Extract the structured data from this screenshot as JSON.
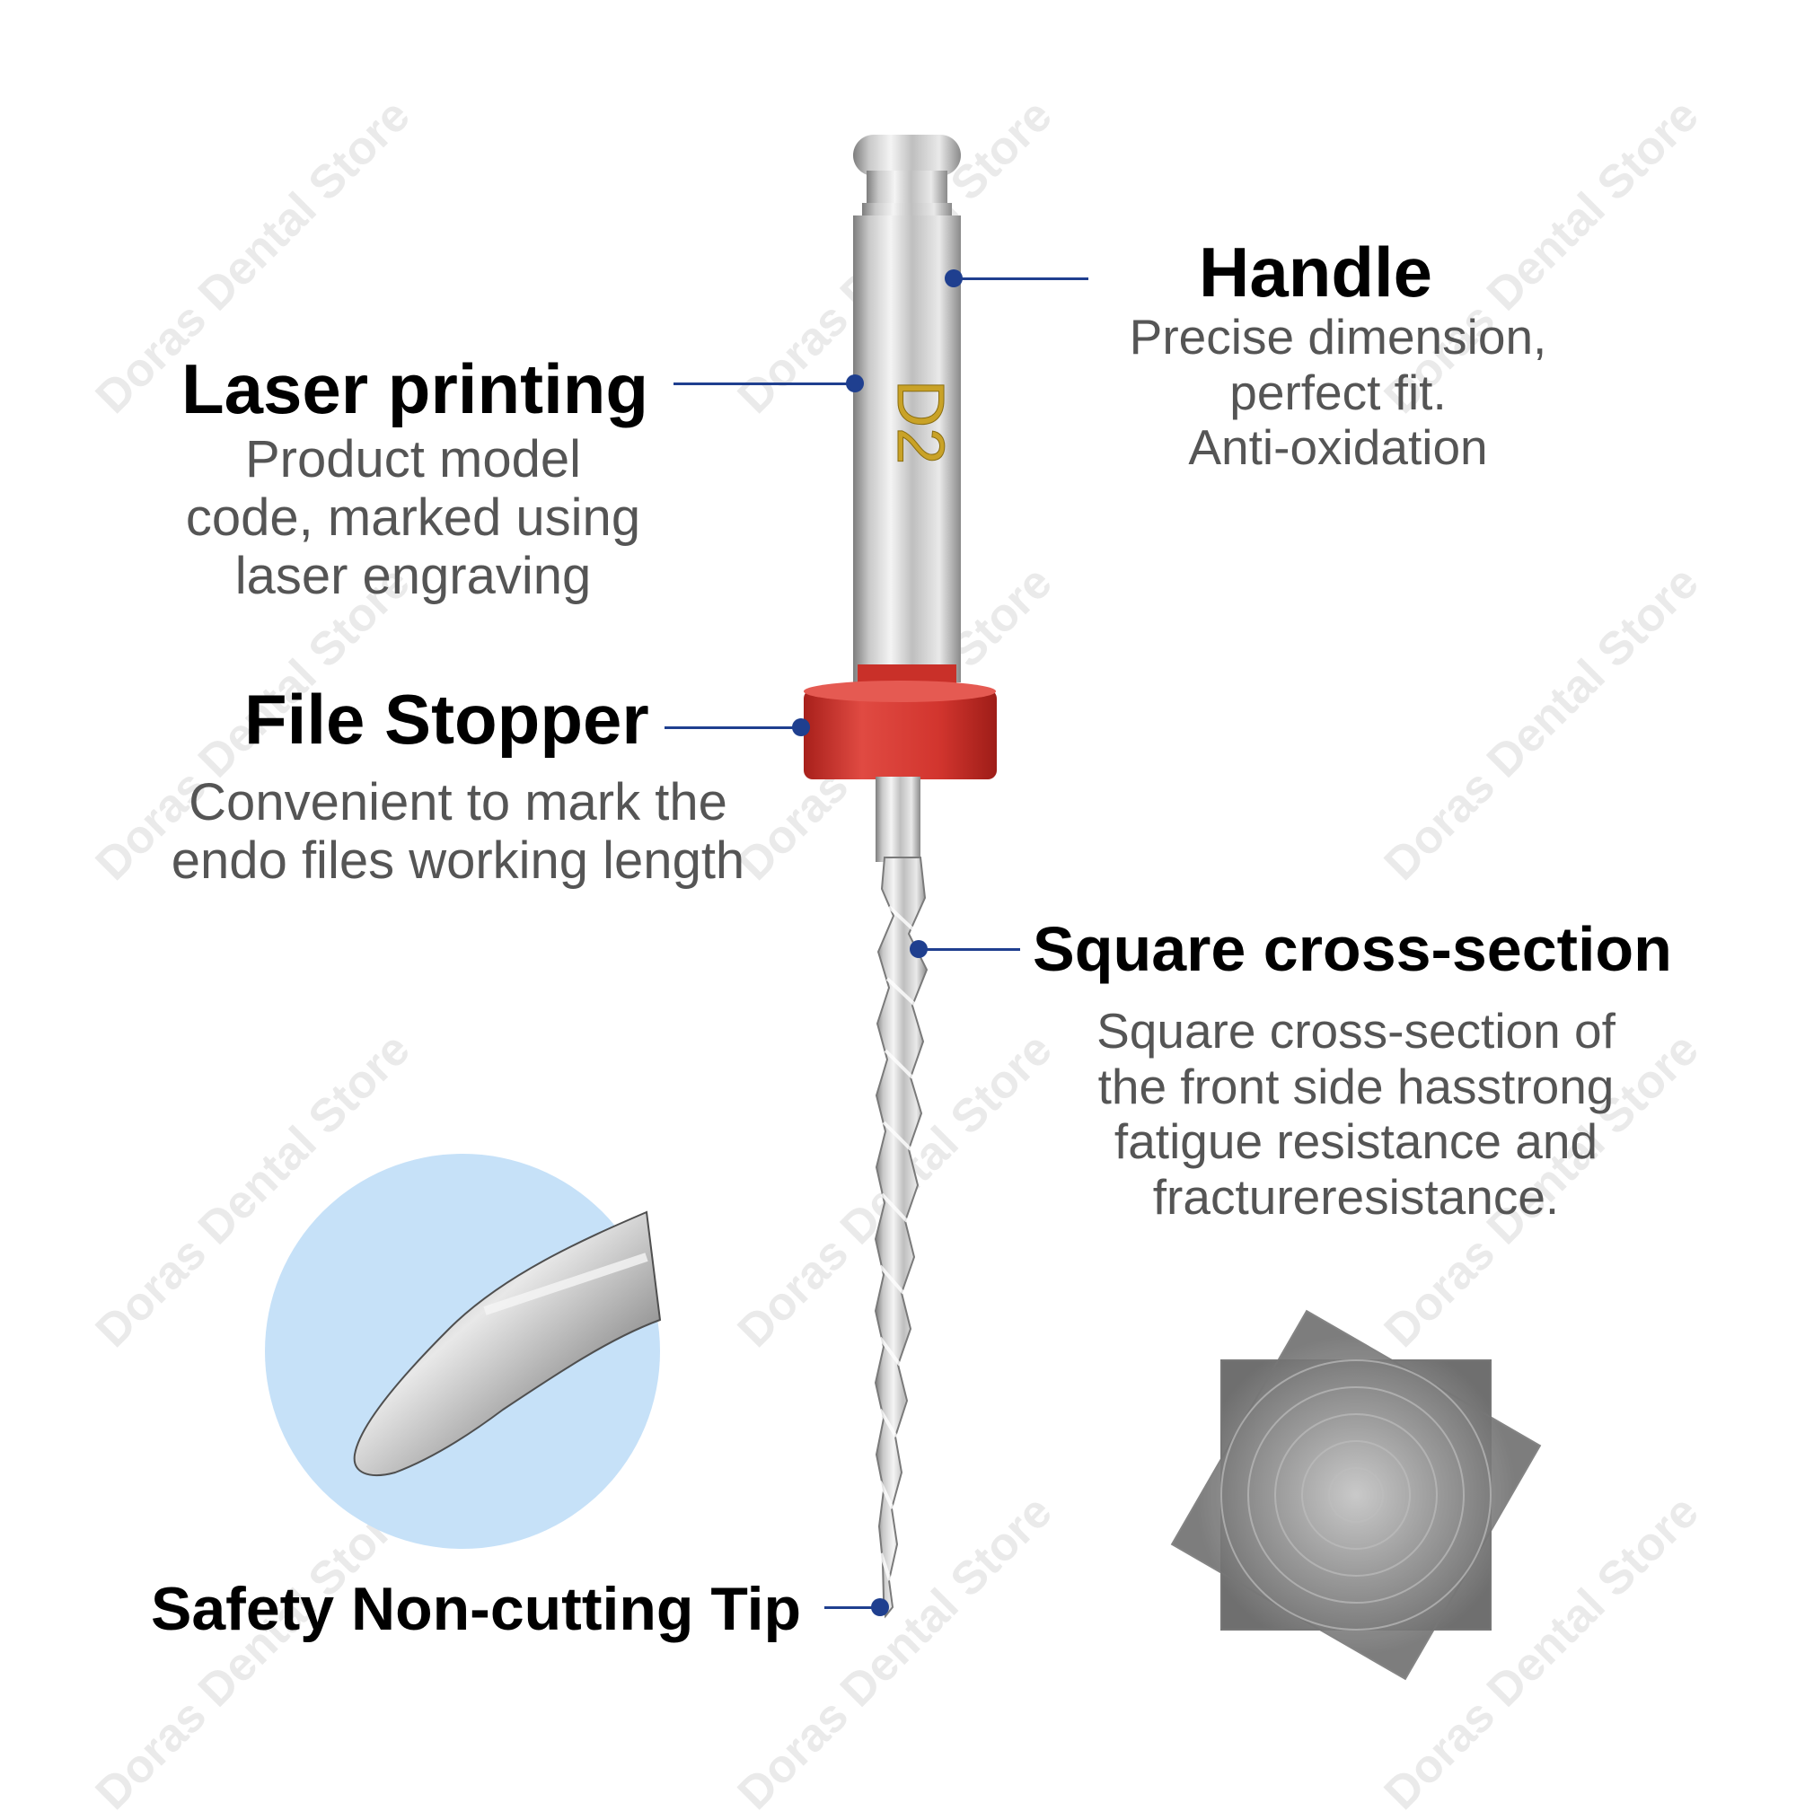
{
  "watermark": "Doras Dental Store",
  "engraving": "D2",
  "handle": {
    "title": "Handle",
    "lines": [
      "Precise dimension,",
      "perfect fit.",
      "Anti-oxidation"
    ]
  },
  "laser": {
    "title": "Laser printing",
    "lines": [
      "Product model",
      "code, marked using",
      "laser engraving"
    ]
  },
  "stopper": {
    "title": "File Stopper",
    "lines": [
      "Convenient to mark the",
      "endo files working length"
    ]
  },
  "square": {
    "title": "Square cross-section",
    "lines": [
      "Square cross-section of",
      "the front side hasstrong",
      "fatigue resistance and",
      "fractureresistance."
    ]
  },
  "tip": {
    "title": "Safety Non-cutting Tip"
  },
  "colors": {
    "leader": "#1f3f8f",
    "stopper": "#d63a34",
    "tip_circle": "#c6e1f8"
  }
}
